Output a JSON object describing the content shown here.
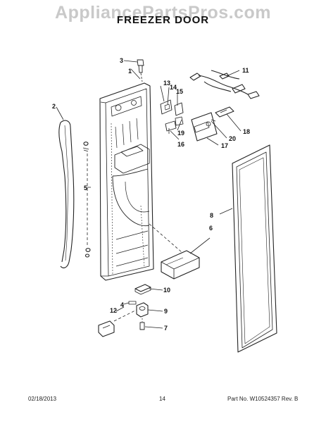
{
  "watermark": "AppliancePartsPros.com",
  "title": "FREEZER DOOR",
  "footer": {
    "date": "02/18/2013",
    "page": "14",
    "part": "Part No. W10524357  Rev. B"
  },
  "callouts": [
    "1",
    "2",
    "3",
    "4",
    "5",
    "6",
    "7",
    "8",
    "9",
    "10",
    "11",
    "12",
    "13",
    "14",
    "15",
    "16",
    "17",
    "18",
    "19",
    "20"
  ]
}
